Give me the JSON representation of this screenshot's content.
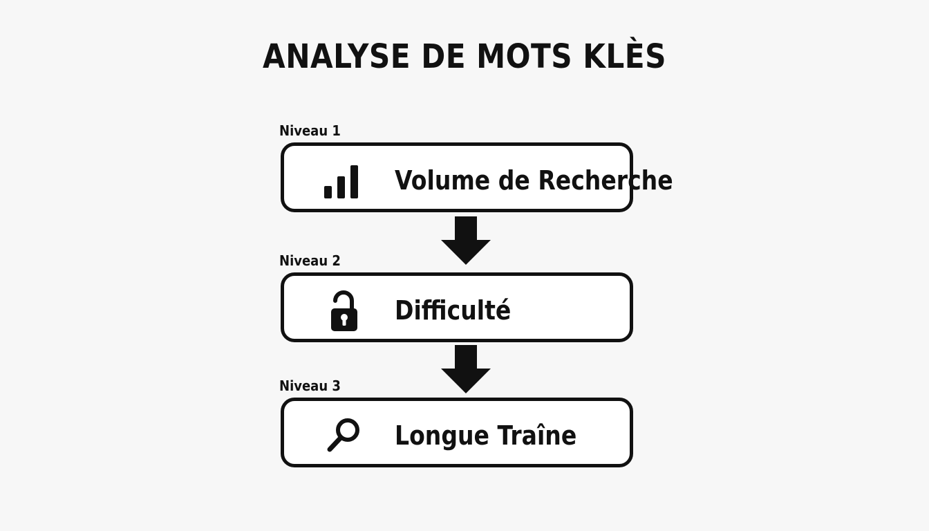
{
  "title": "ANALYSE DE MOTS KLÈS",
  "levels": [
    {
      "label": "Niveau 1",
      "text": "Volume de Recherche",
      "icon": "bar-chart-icon"
    },
    {
      "label": "Niveau 2",
      "text": "Difficulté",
      "icon": "padlock-icon"
    },
    {
      "label": "Niveau 3",
      "text": "Longue Traîne",
      "icon": "magnifier-icon"
    }
  ],
  "colors": {
    "background": "#f7f7f7",
    "ink": "#111111",
    "box_fill": "#ffffff"
  }
}
